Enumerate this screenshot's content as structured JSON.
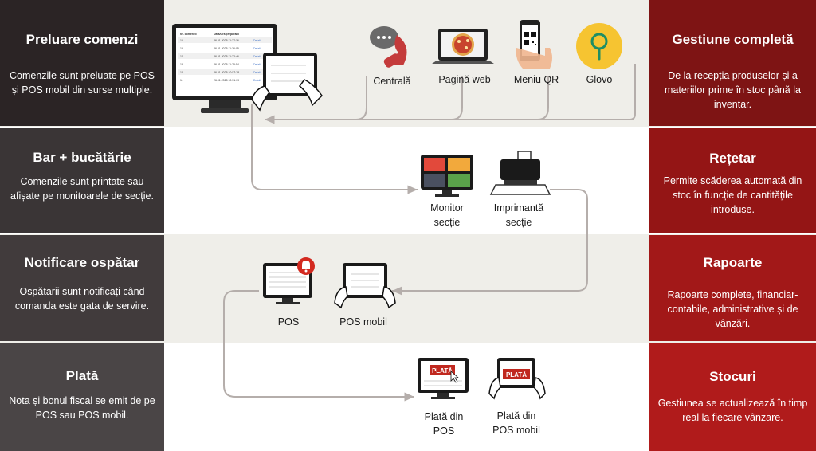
{
  "colors": {
    "left_cards": [
      "#2b2425",
      "#3a3536",
      "#413b3c",
      "#4a4546"
    ],
    "right_cards": [
      "#7e1414",
      "#941515",
      "#a21818",
      "#b01b1b"
    ],
    "band_light": "#efeee9",
    "band_white": "#ffffff",
    "connector": "#b5aeab",
    "accent_red": "#d32a20"
  },
  "left": [
    {
      "title": "Preluare comenzi",
      "desc": "Comenzile sunt preluate pe POS și POS mobil din surse multiple."
    },
    {
      "title": "Bar + bucătărie",
      "desc": "Comenzile sunt printate sau afișate pe monitoarele de secție."
    },
    {
      "title": "Notificare ospătar",
      "desc": "Ospătarii sunt notificați când comanda este gata de servire."
    },
    {
      "title": "Plată",
      "desc": "Nota și bonul fiscal se emit de pe POS sau POS mobil."
    }
  ],
  "right": [
    {
      "title": "Gestiune completă",
      "desc": "De la recepția produselor și a materiilor prime în stoc până la inventar."
    },
    {
      "title": "Rețetar",
      "desc": "Permite scăderea automată din stoc în funcție de cantitățile introduse."
    },
    {
      "title": "Rapoarte",
      "desc": "Rapoarte complete, financiar-contabile, administrative și de vânzări."
    },
    {
      "title": "Stocuri",
      "desc": "Gestiunea se actualizează în timp real la fiecare vânzare."
    }
  ],
  "sources": [
    {
      "label": "Centrală",
      "icon": "phone-icon"
    },
    {
      "label": "Pagină web",
      "icon": "laptop-pizza-icon"
    },
    {
      "label": "Meniu QR",
      "icon": "qr-phone-icon"
    },
    {
      "label": "Glovo",
      "icon": "glovo-pin-icon"
    }
  ],
  "stations": {
    "monitor_line1": "Monitor",
    "monitor_line2": "secție",
    "printer_line1": "Imprimantă",
    "printer_line2": "secție"
  },
  "notify": {
    "pos": "POS",
    "pos_mobil": "POS mobil"
  },
  "payment": {
    "pos_line1": "Plată din",
    "pos_line2": "POS",
    "mobil_line1": "Plată din",
    "mobil_line2": "POS mobil",
    "badge": "PLATĂ"
  },
  "pos_table": {
    "headers": [
      "Nr. comenzii",
      "Data/Ora preparării"
    ],
    "rows": [
      [
        "16",
        "26.01.2025 11:37:16",
        "Detalii"
      ],
      [
        "15",
        "26.01.2025 11:36:05",
        "Detalii"
      ],
      [
        "14",
        "26.01.2025 11:32:46",
        "Detalii"
      ],
      [
        "13",
        "26.01.2025 11:25:54",
        "Detalii"
      ],
      [
        "12",
        "26.01.2025 10:57:28",
        "Detalii"
      ],
      [
        "11",
        "26.01.2025 10:51:09",
        "Detalii"
      ]
    ]
  }
}
